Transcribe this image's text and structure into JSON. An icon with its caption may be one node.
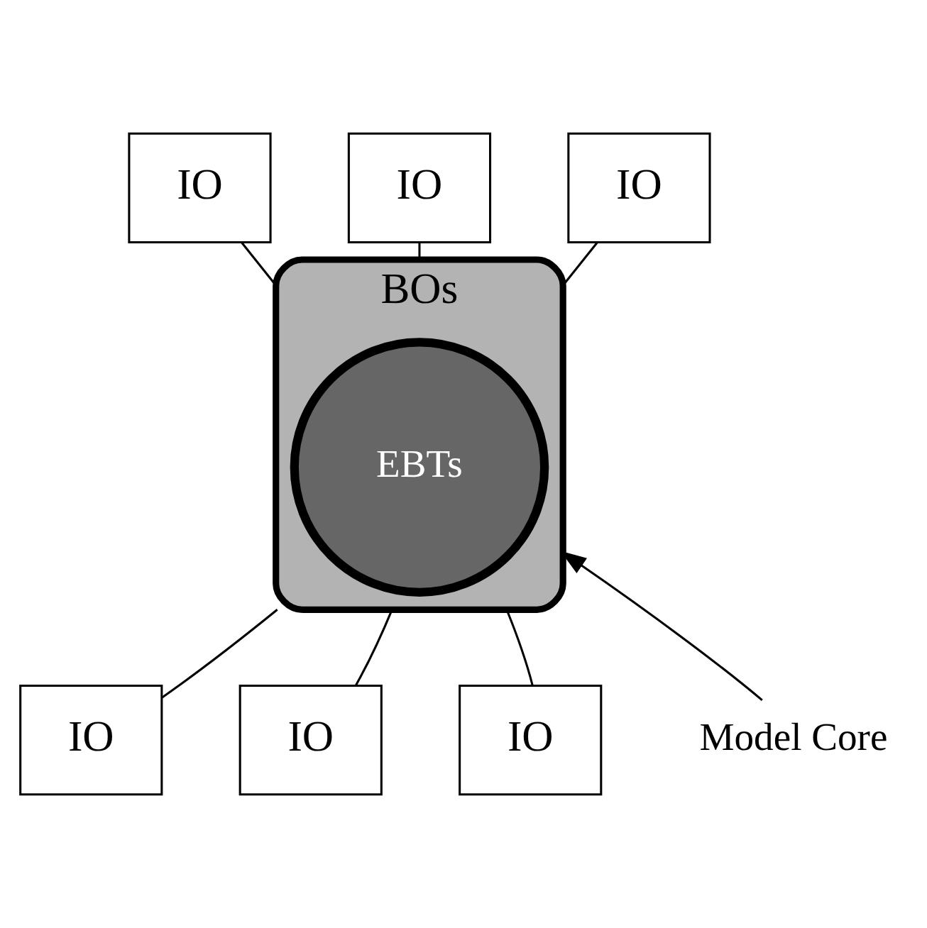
{
  "diagram": {
    "nodes": [
      {
        "text": [
          "BOs"
        ]
      },
      {
        "text": [
          "EBTs"
        ],
        "in": 0
      },
      {
        "text": [
          "IO"
        ]
      },
      {
        "text": [
          "IO"
        ]
      },
      {
        "text": [
          "IO"
        ]
      },
      {
        "text": [
          "IO"
        ]
      },
      {
        "text": [
          "IO"
        ]
      },
      {
        "text": [
          "IO"
        ]
      },
      {
        "text": [
          "Model Core"
        ]
      }
    ],
    "edges": [
      {
        "from": 2,
        "to": 0,
        "arrow": "none"
      },
      {
        "from": 3,
        "to": 0,
        "arrow": "none"
      },
      {
        "from": 4,
        "to": 0,
        "arrow": "none"
      },
      {
        "from": 5,
        "to": 0,
        "arrow": "none"
      },
      {
        "from": 6,
        "to": 0,
        "arrow": "none"
      },
      {
        "from": 7,
        "to": 0,
        "arrow": "none"
      },
      {
        "from": 8,
        "to": 0,
        "arrow": "to"
      }
    ]
  }
}
